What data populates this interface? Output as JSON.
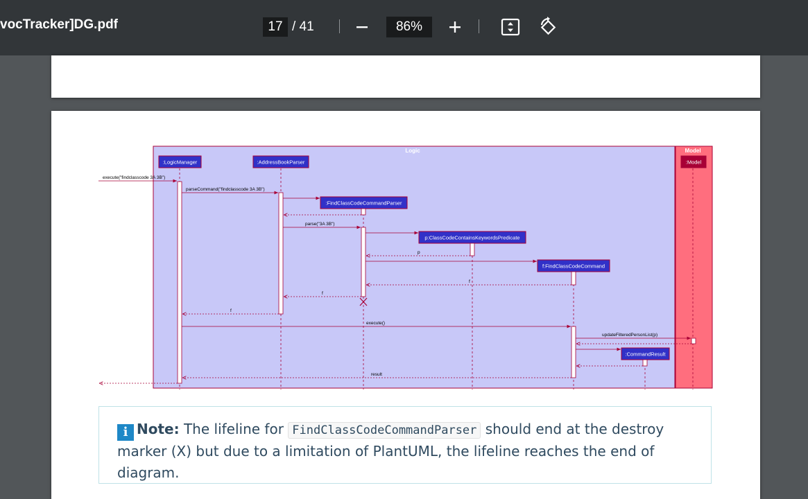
{
  "toolbar": {
    "doc_title": "vocTracker]DG.pdf",
    "page_current": "17",
    "page_total": "/ 41",
    "zoom": "86%",
    "icons": [
      "zoom-out-icon",
      "zoom-in-icon",
      "fit-page-icon",
      "rotate-icon"
    ]
  },
  "diagram": {
    "frame_logic": "Logic",
    "frame_model": "Model",
    "participants": {
      "logic_manager": ":LogicManager",
      "address_book_parser": ":AddressBookParser",
      "find_parser": ":FindClassCodeCommandParser",
      "predicate": "p:ClassCodeContainsKeywordsPredicate",
      "find_command": "f:FindClassCodeCommand",
      "command_result": ":CommandResult",
      "model": ":Model"
    },
    "messages": {
      "execute_call": "execute(\"findclasscode 3A 3B\")",
      "parse_command": "parseCommand(\"findclasscode 3A 3B\")",
      "parse": "parse(\"3A 3B\")",
      "return_p": "p",
      "return_f_cmd": "f",
      "return_f_parser": "f",
      "return_f_abp": "f",
      "execute": "execute()",
      "update_filtered": "updateFilteredPersonList(p)",
      "result": "result"
    }
  },
  "note": {
    "label": "Note:",
    "text_before": " The lifeline for ",
    "code": "FindClassCodeCommandParser",
    "text_after": " should end at the destroy marker (X) but due to a limitation of PlantUML, the lifeline reaches the end of diagram."
  },
  "colors": {
    "toolbar_bg": "#323639",
    "logic_frame": "#c8c8f8",
    "model_frame": "#ff6e7e",
    "participant_box": "#3131c8",
    "arrow": "#a80036"
  }
}
